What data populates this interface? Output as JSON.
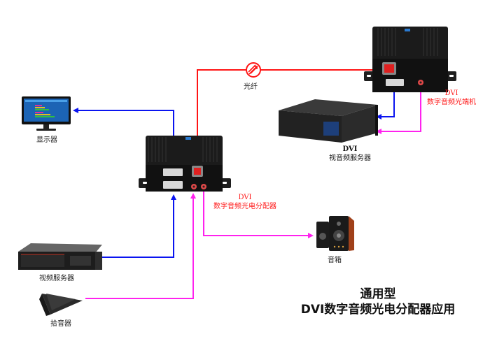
{
  "diagram": {
    "title_line1": "通用型",
    "title_line2": "DVI数字音频光电分配器应用",
    "nodes": {
      "monitor": {
        "label": "显示器"
      },
      "distributor": {
        "label_line1": "DVI",
        "label_line2": "数字音频光电分配器"
      },
      "terminal": {
        "label_line1": "DVI",
        "label_line2": "数字音频光端机"
      },
      "av_server": {
        "label_line1": "DVI",
        "label_line2": "视音频服务器"
      },
      "video_server": {
        "label": "视频服务器"
      },
      "microphone": {
        "label": "拾音器"
      },
      "speaker": {
        "label": "音箱"
      },
      "fiber": {
        "label": "光纤"
      }
    },
    "colors": {
      "video_link": "#0a14f0",
      "audio_link": "#ff22ee",
      "fiber_link": "#ff1414",
      "device_body": "#1b1b1b"
    },
    "edges": [
      {
        "from": "distributor",
        "to": "monitor",
        "type": "video"
      },
      {
        "from": "video_server",
        "to": "distributor",
        "type": "video"
      },
      {
        "from": "microphone",
        "to": "distributor",
        "type": "audio"
      },
      {
        "from": "distributor",
        "to": "speaker",
        "type": "audio"
      },
      {
        "from": "distributor",
        "to": "terminal",
        "type": "fiber"
      },
      {
        "from": "terminal",
        "to": "av_server",
        "type": "video"
      },
      {
        "from": "terminal",
        "to": "av_server",
        "type": "audio"
      }
    ]
  }
}
